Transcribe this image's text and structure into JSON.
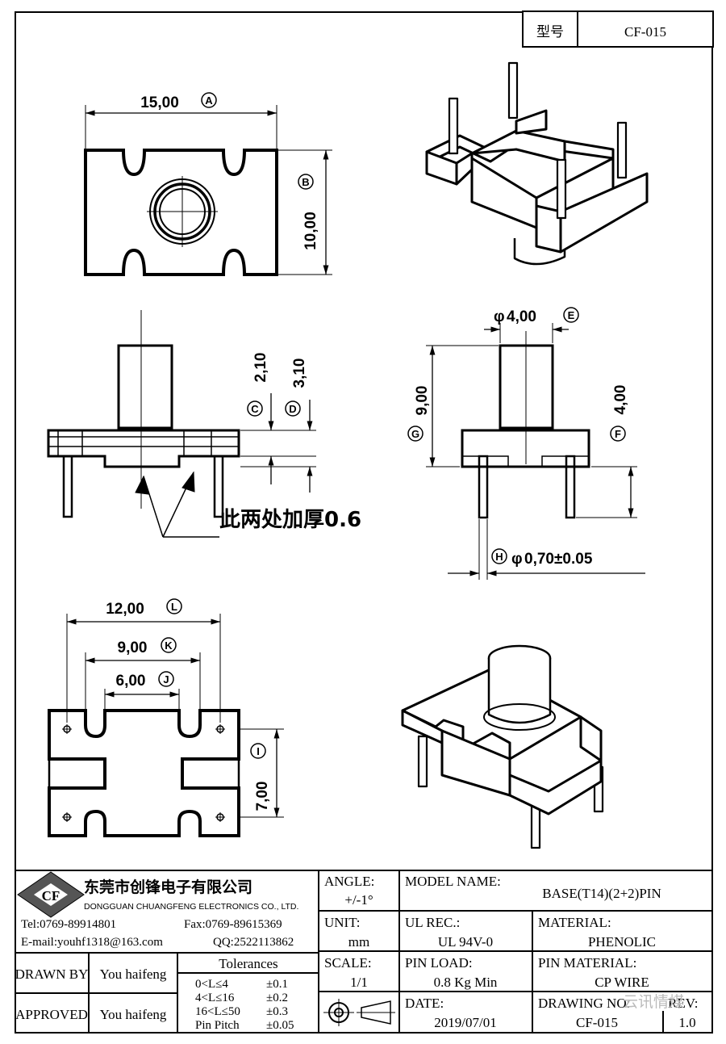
{
  "header": {
    "model_label": "型号",
    "model_value": "CF-015"
  },
  "dims": {
    "a": "15,00",
    "b": "10,00",
    "c": "2,10",
    "d": "3,10",
    "e": "4,00",
    "f": "4,00",
    "g": "9,00",
    "h": "0,70±0.05",
    "i": "7,00",
    "j": "6,00",
    "k": "9,00",
    "l": "12,00",
    "phi": "φ"
  },
  "markers": {
    "a": "A",
    "b": "B",
    "c": "C",
    "d": "D",
    "e": "E",
    "f": "F",
    "g": "G",
    "h": "H",
    "i": "I",
    "j": "J",
    "k": "K",
    "l": "L"
  },
  "note": "此两处加厚0.6",
  "company": {
    "logo_text": "CF",
    "name_cn": "东莞市创锋电子有限公司",
    "name_en": "DONGGUAN CHUANGFENG ELECTRONICS CO., LTD.",
    "tel": "Tel:0769-89914801",
    "fax": "Fax:0769-89615369",
    "email": "E-mail:youhf1318@163.com",
    "qq": "QQ:2522113862"
  },
  "title_block": {
    "angle_label": "ANGLE:",
    "angle_value": "+/-1°",
    "unit_label": "UNIT:",
    "unit_value": "mm",
    "scale_label": "SCALE:",
    "scale_value": "1/1",
    "model_name_label": "MODEL NAME:",
    "model_name_value": "BASE(T14)(2+2)PIN",
    "ul_label": "UL REC.:",
    "ul_value": "UL 94V-0",
    "material_label": "MATERIAL:",
    "material_value": "PHENOLIC",
    "pin_load_label": "PIN LOAD:",
    "pin_load_value": "0.8 Kg Min",
    "pin_material_label": "PIN MATERIAL:",
    "pin_material_value": "CP WIRE",
    "date_label": "DATE:",
    "date_value": "2019/07/01",
    "drawing_no_label": "DRAWING NO:",
    "drawing_no_value": "CF-015",
    "rev_label": "REV:",
    "rev_value": "1.0",
    "drawn_by_label": "DRAWN BY",
    "drawn_by_value": "You haifeng",
    "approved_label": "APPROVED",
    "approved_value": "You haifeng",
    "tolerances_title": "Tolerances",
    "tolerances": [
      {
        "range": "0<L≤4",
        "tol": "±0.1"
      },
      {
        "range": "4<L≤16",
        "tol": "±0.2"
      },
      {
        "range": "16<L≤50",
        "tol": "±0.3"
      },
      {
        "range": "Pin Pitch",
        "tol": "±0.05"
      }
    ]
  },
  "watermark": "云讯情煤"
}
